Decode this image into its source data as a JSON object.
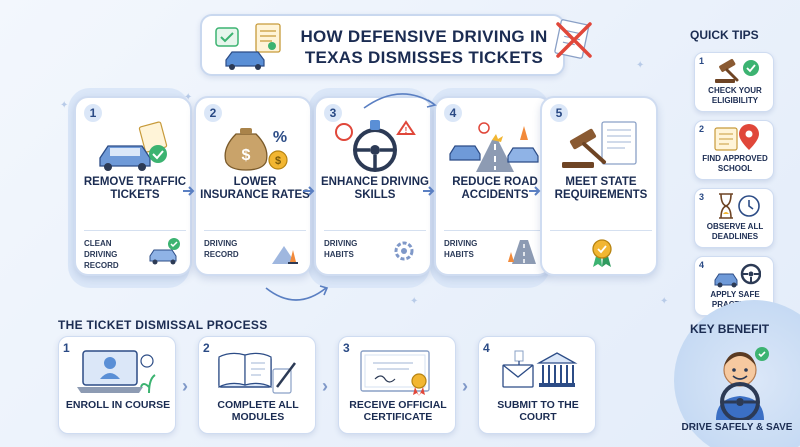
{
  "header": {
    "title_line1": "HOW DEFENSIVE DRIVING IN",
    "title_line2": "TEXAS DISMISSES TICKETS"
  },
  "steps": [
    {
      "num": "1",
      "title": "REMOVE TRAFFIC TICKETS",
      "sub": "CLEAN DRIVING RECORD",
      "icon": "car-ticket-icon"
    },
    {
      "num": "2",
      "title": "LOWER INSURANCE RATES",
      "sub": "DRIVING RECORD",
      "icon": "money-bag-icon"
    },
    {
      "num": "3",
      "title": "ENHANCE DRIVING SKILLS",
      "sub": "DRIVING HABITS",
      "icon": "steering-wheel-icon"
    },
    {
      "num": "4",
      "title": "REDUCE ROAD ACCIDENTS",
      "sub": "DRIVING HABITS",
      "icon": "car-crash-icon"
    },
    {
      "num": "5",
      "title": "MEET STATE REQUIREMENTS",
      "sub": "",
      "icon": "gavel-icon"
    }
  ],
  "process": {
    "title": "THE TICKET DISMISSAL PROCESS",
    "items": [
      {
        "num": "1",
        "label": "ENROLL IN COURSE",
        "icon": "laptop-icon"
      },
      {
        "num": "2",
        "label": "COMPLETE ALL MODULES",
        "icon": "book-icon"
      },
      {
        "num": "3",
        "label": "RECEIVE OFFICIAL CERTIFICATE",
        "icon": "certificate-icon"
      },
      {
        "num": "4",
        "label": "SUBMIT TO THE COURT",
        "icon": "courthouse-icon"
      }
    ]
  },
  "tips": {
    "title": "QUICK TIPS",
    "items": [
      {
        "num": "1",
        "label": "CHECK YOUR ELIGIBILITY",
        "icon": "gavel-check-icon"
      },
      {
        "num": "2",
        "label": "FIND APPROVED SCHOOL",
        "icon": "map-pin-icon"
      },
      {
        "num": "3",
        "label": "OBSERVE ALL DEADLINES",
        "icon": "hourglass-icon"
      },
      {
        "num": "4",
        "label": "APPLY SAFE PRACTICES",
        "icon": "car-wheel-icon"
      }
    ]
  },
  "key_benefit": {
    "title": "KEY BENEFIT",
    "label": "DRIVE SAFELY & SAVE",
    "icon": "happy-driver-icon"
  },
  "colors": {
    "accent": "#2f6fd6",
    "card_border": "#cfdcf1",
    "text_dark": "#1b2c52",
    "green": "#3cb371",
    "red": "#e0473a",
    "gold": "#f2b632"
  }
}
